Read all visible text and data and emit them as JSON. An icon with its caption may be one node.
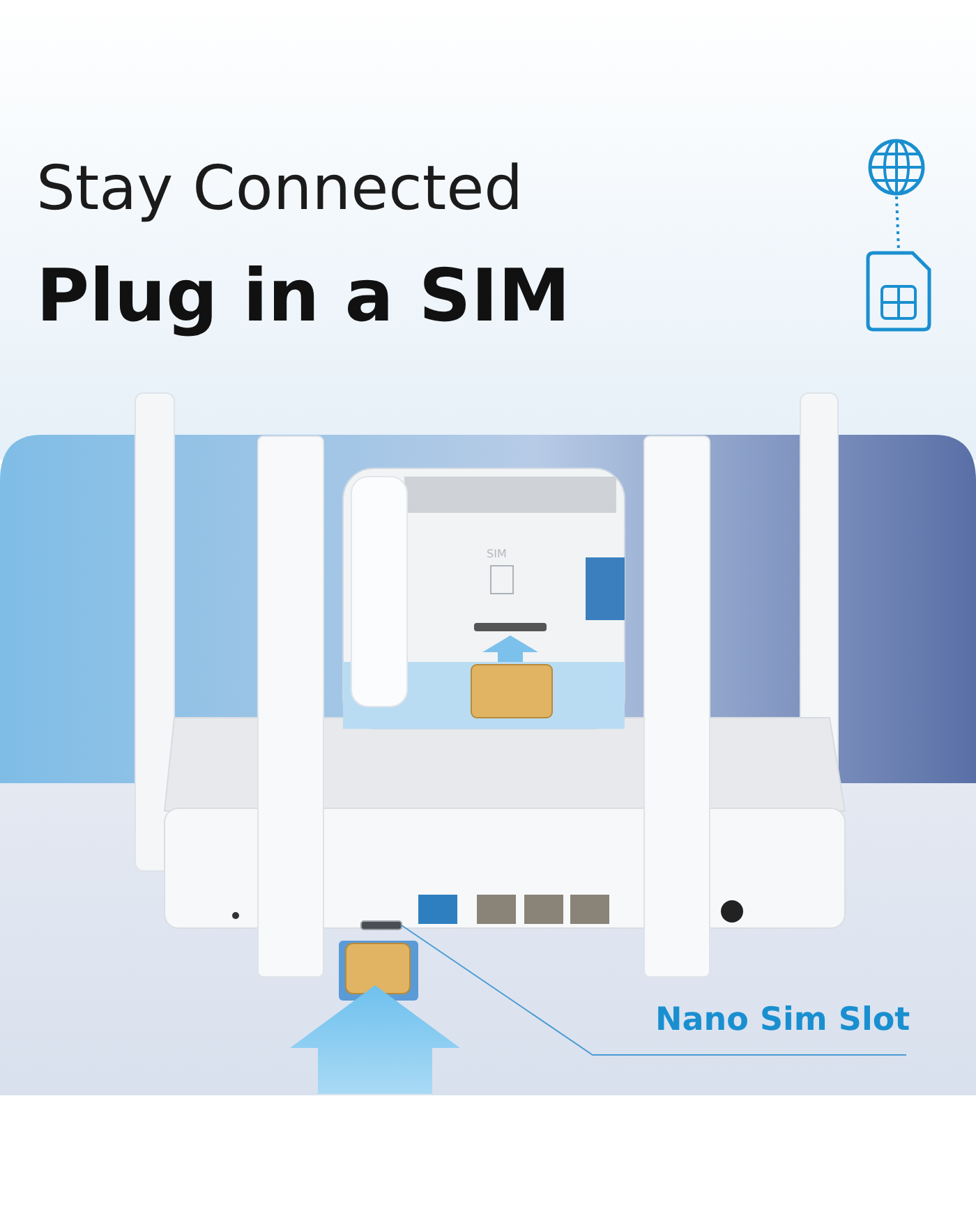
{
  "diagram": {
    "nodes": [
      {
        "text": [
          "Nano Sim Slot"
        ]
      },
      {
        "text": [],
        "shape": "bar"
      },
      {
        "text": [],
        "shape": "picture"
      },
      {
        "text": [],
        "shape": "picture"
      }
    ],
    "edges": [
      {
        "from": 0,
        "to": 1,
        "arrow": "none"
      },
      {
        "from": 2,
        "to": 3,
        "arrow": "none",
        "style": "dashed"
      }
    ],
    "labels": [
      "Stay Connected",
      "Plug in a SIM",
      "SIM"
    ]
  }
}
